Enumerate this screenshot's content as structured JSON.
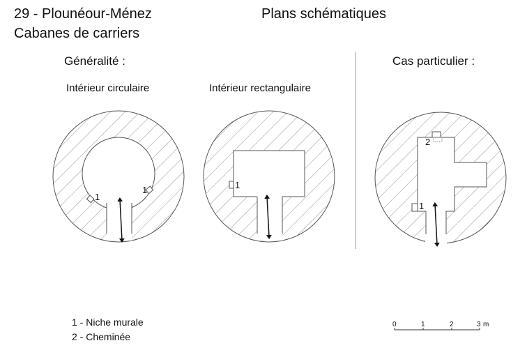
{
  "header": {
    "location": "29 - Plounéour-Ménez",
    "subject": "Cabanes de carriers",
    "title": "Plans schématiques"
  },
  "sections": {
    "general": {
      "heading": "Généralité :",
      "plans": [
        {
          "label": "Intérieur circulaire",
          "niche_labels": [
            "1",
            "1"
          ]
        },
        {
          "label": "Intérieur rectangulaire",
          "niche_labels": [
            "1"
          ]
        }
      ]
    },
    "particular": {
      "heading": "Cas particulier :",
      "niche_labels": [
        "1"
      ],
      "chimney_label": "2"
    }
  },
  "legend": [
    "1 - Niche murale",
    "2 - Cheminée"
  ],
  "scale": {
    "ticks": [
      "0",
      "1",
      "2",
      "3"
    ],
    "unit": "m"
  }
}
